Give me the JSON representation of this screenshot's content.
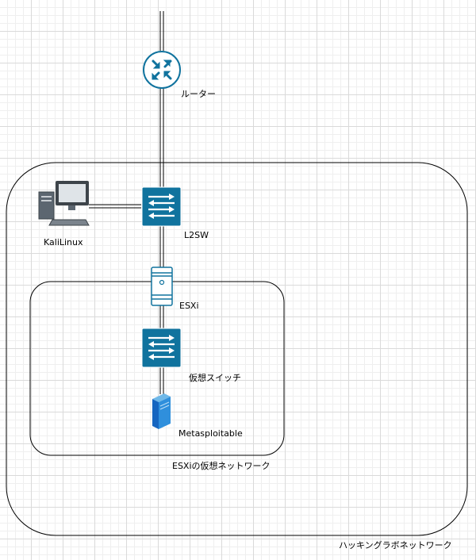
{
  "nodes": {
    "router": "ルーター",
    "l2sw": "L2SW",
    "kali": "KaliLinux",
    "esxi": "ESXi",
    "vswitch": "仮想スイッチ",
    "metasploitable": "Metasploitable"
  },
  "groups": {
    "esxi_network": "ESXiの仮想ネットワーク",
    "lab_network": "ハッキングラボネットワーク"
  },
  "colors": {
    "device_fill": "#10739e",
    "device_stroke": "#f0f4f8",
    "line": "#000000"
  },
  "icons": {
    "router": "router-icon",
    "l2sw": "switch-icon",
    "kali": "desktop-computer-icon",
    "esxi": "server-icon",
    "vswitch": "switch-icon",
    "metasploitable": "server-tower-icon"
  }
}
